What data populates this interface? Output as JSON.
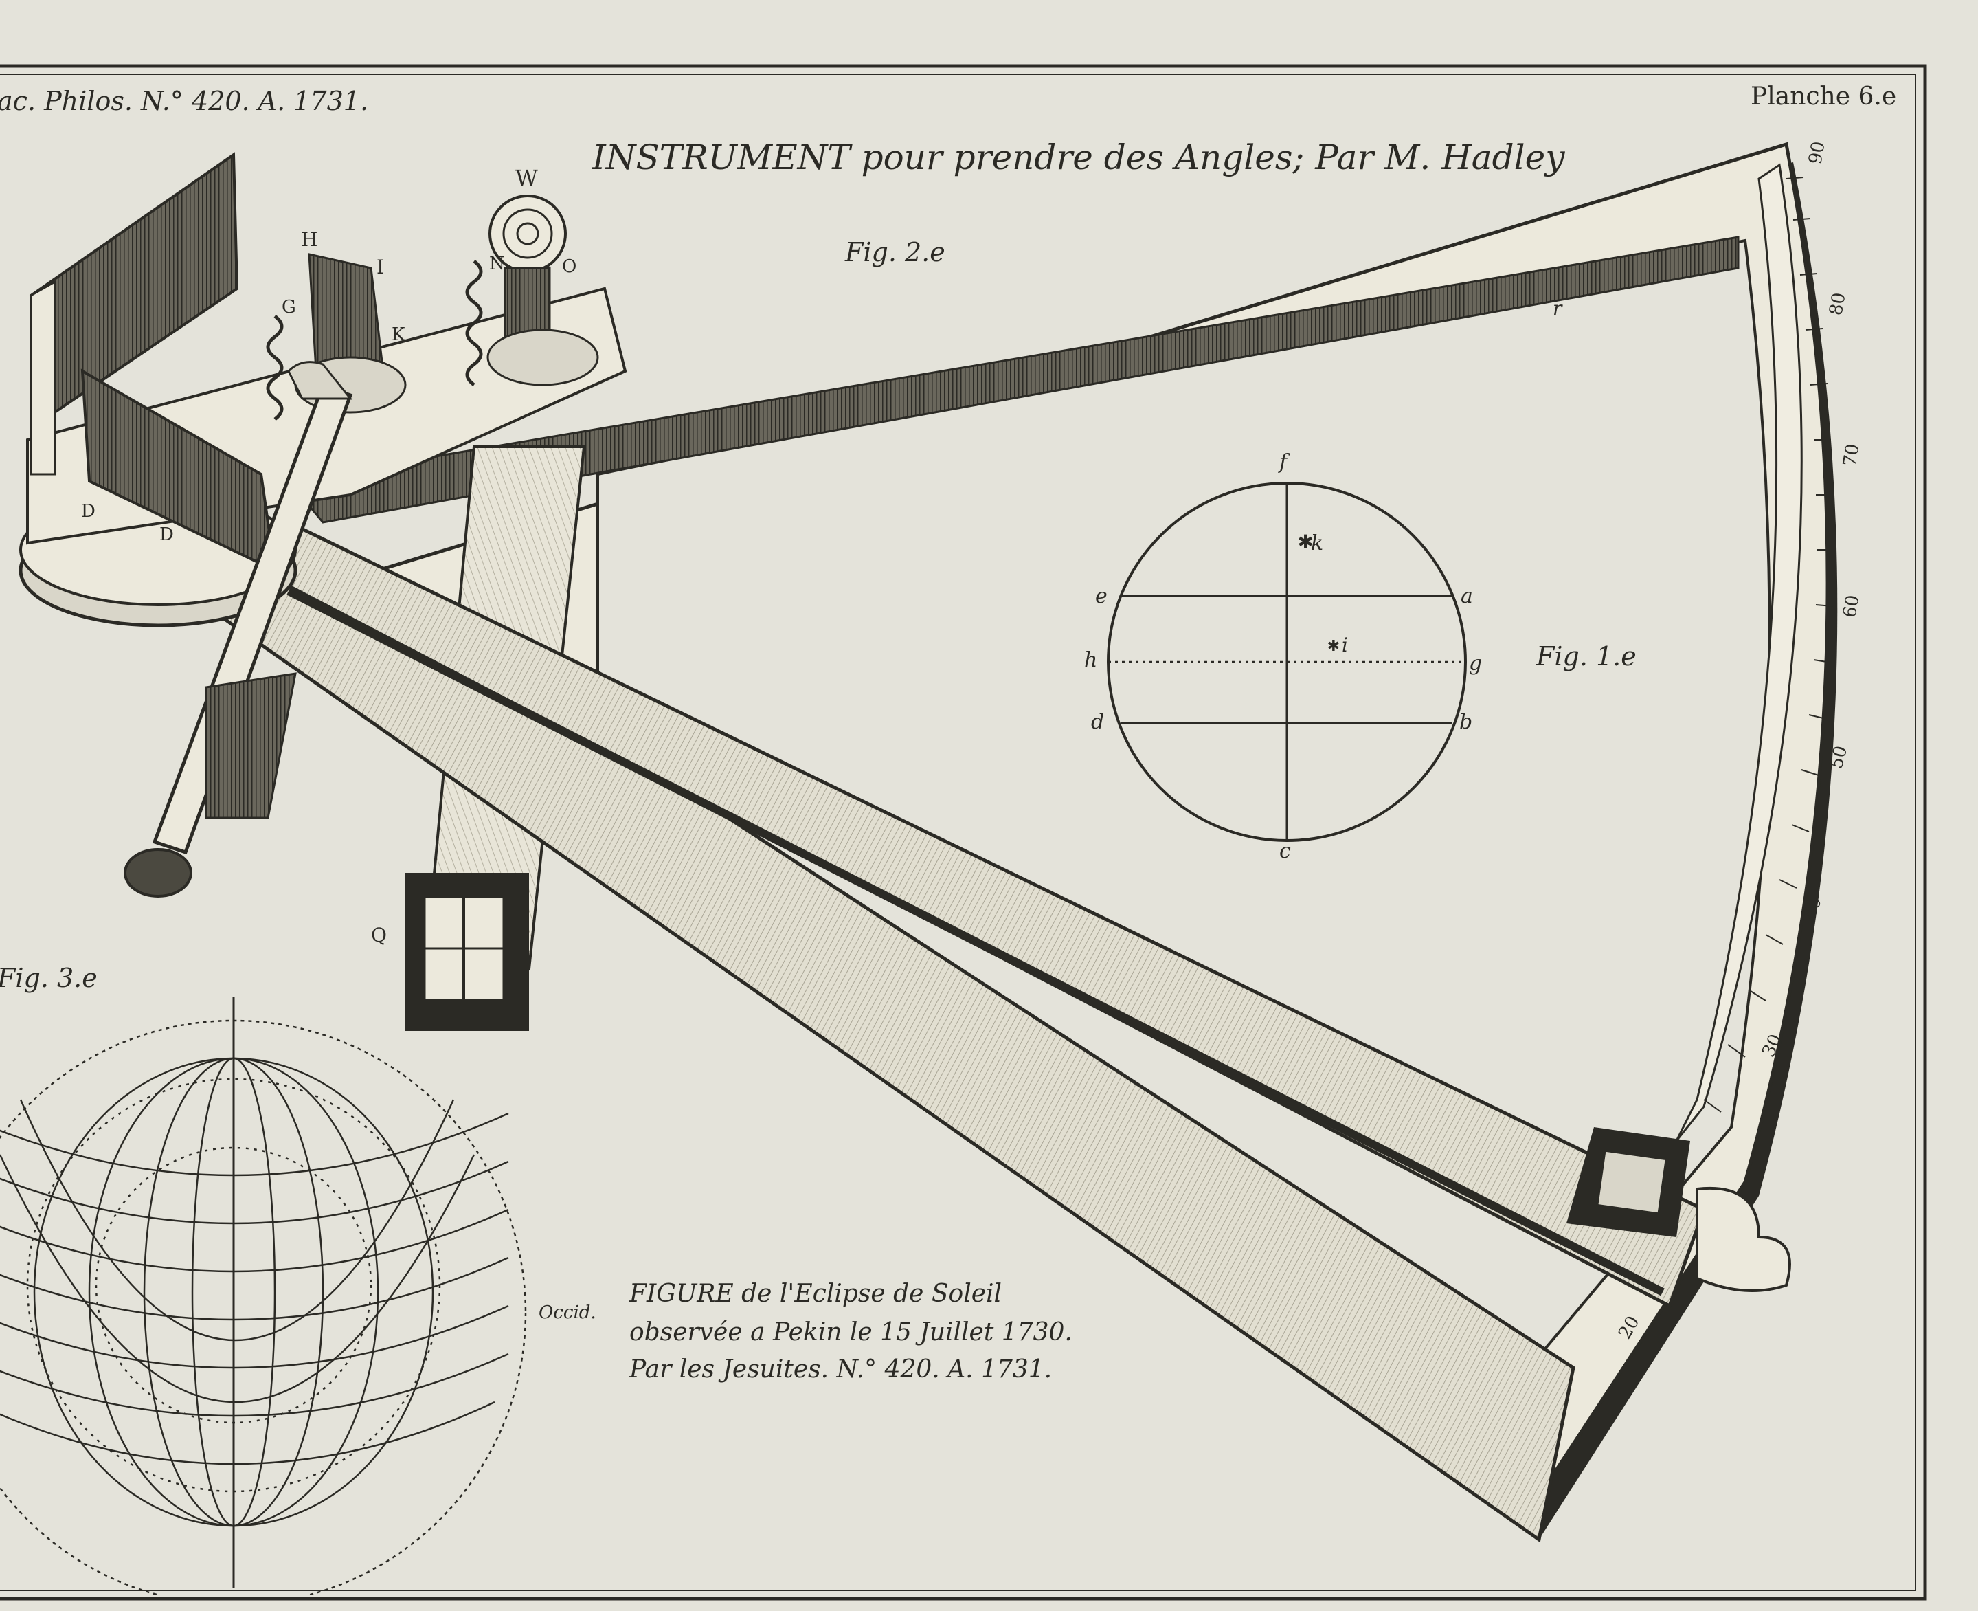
{
  "header": {
    "journal_ref": "ac. Philos. N.° 420. A. 1731.",
    "plate_number": "Planche 6.e",
    "title": "INSTRUMENT pour prendre des Angles; Par M. Hadley"
  },
  "fig2": {
    "label": "Fig. 2.e",
    "letters": [
      "W",
      "H",
      "I",
      "N",
      "O",
      "G",
      "K",
      "D",
      "D",
      "Q",
      "r"
    ],
    "scale_ticks": [
      "90",
      "80",
      "70",
      "60",
      "50",
      "40",
      "30",
      "20"
    ]
  },
  "fig1": {
    "label": "Fig. 1.e",
    "points": [
      "f",
      "k",
      "e",
      "a",
      "h",
      "i",
      "g",
      "d",
      "b",
      "c"
    ]
  },
  "fig3": {
    "label": "Fig. 3.e",
    "side_label": "Occid."
  },
  "caption": {
    "line1": "FIGURE de l'Eclipse de Soleil",
    "line2": "observée a Pekin le 15 Juillet 1730.",
    "line3": "Par les Jesuites. N.° 420. A. 1731."
  },
  "colors": {
    "paper": "#e4e3da",
    "ink": "#2b2a25",
    "frame_light": "#ece9dc",
    "hatch": "#b5b1a1"
  }
}
